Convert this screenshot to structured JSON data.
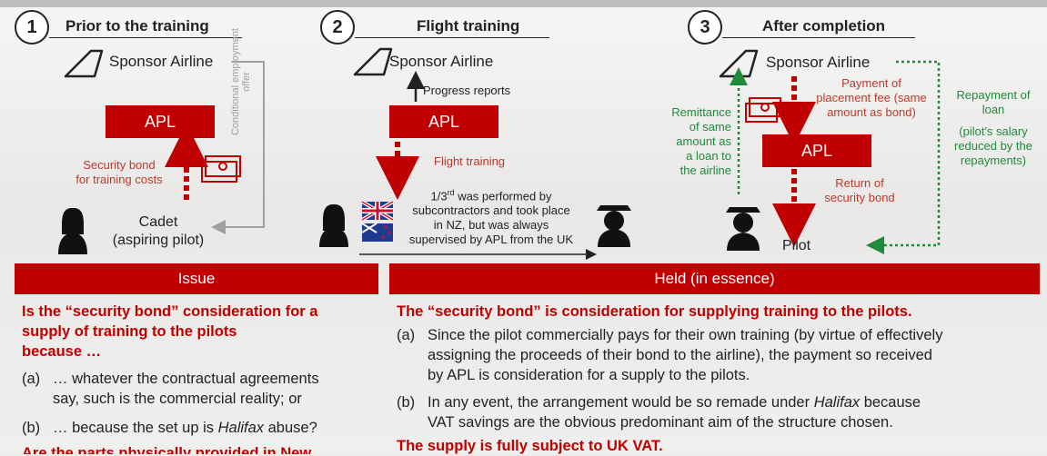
{
  "steps": [
    {
      "number": "1",
      "title": "Prior to the training"
    },
    {
      "number": "2",
      "title": "Flight training"
    },
    {
      "number": "3",
      "title": "After completion"
    }
  ],
  "step1": {
    "airline": "Sponsor Airline",
    "apl": "APL",
    "offer": "Conditional employment offer",
    "bond_line1": "Security bond",
    "bond_line2": "for training costs",
    "cadet_line1": "Cadet",
    "cadet_line2": "(aspiring pilot)"
  },
  "step2": {
    "airline": "Sponsor Airline",
    "progress": "Progress reports",
    "apl": "APL",
    "flight_training": "Flight training",
    "note_prefix": "1/3",
    "note_sup": "rd",
    "note_line1_rest": " was performed by",
    "note_line2": "subcontractors and took place",
    "note_line3": "in NZ, but was always",
    "note_line4": "supervised by APL from the UK"
  },
  "step3": {
    "airline": "Sponsor Airline",
    "fee_line1": "Payment of",
    "fee_line2": "placement fee (same",
    "fee_line3": "amount as bond)",
    "remit_line1": "Remittance",
    "remit_line2": "of same",
    "remit_line3": "amount as",
    "remit_line4": "a loan to",
    "remit_line5": "the airline",
    "apl": "APL",
    "return_line1": "Return of",
    "return_line2": "security bond",
    "pilot": "Pilot",
    "repay_line1": "Repayment of",
    "repay_line2": "loan",
    "salary_line1": "(pilot's salary",
    "salary_line2": "reduced by the",
    "salary_line3": "repayments)"
  },
  "issue": {
    "header": "Issue",
    "question_line1": "Is the “security bond” consideration for a",
    "question_line2": "supply of training to the pilots",
    "question_line3": "because …",
    "a_label": "(a)",
    "a_line1": "… whatever the contractual agreements",
    "a_line2": "say, such is the commercial reality; or",
    "b_label": "(b)",
    "b_pre": "… because the set up is ",
    "b_italic": "Halifax",
    "b_post": " abuse?",
    "cut_line": "Are the parts physically provided in New"
  },
  "held": {
    "header": "Held (in essence)",
    "conclusion": "The “security bond” is consideration for supplying training to the pilots.",
    "a_label": "(a)",
    "a_line1": "Since the pilot commercially pays for their own training (by virtue of effectively",
    "a_line2": "assigning the proceeds of their bond to the airline), the payment so received",
    "a_line3": "by APL is consideration for a supply to the pilots.",
    "b_label": "(b)",
    "b_pre": "In any event, the arrangement would be so remade under ",
    "b_italic": "Halifax",
    "b_post": " because",
    "b_line2": "VAT savings are the obvious predominant aim of the structure chosen.",
    "final": "The supply is fully subject to UK VAT."
  },
  "colors": {
    "red": "#c00000",
    "green": "#1e8a3a",
    "grey": "#a0a0a0"
  }
}
